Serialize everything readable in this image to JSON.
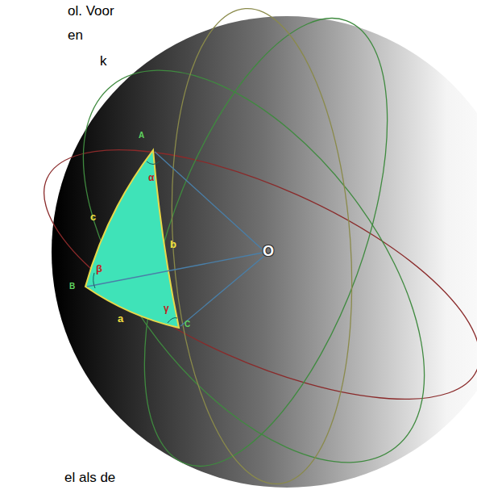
{
  "diagram": {
    "labels": [
      "ol. Voor",
      "en",
      "k",
      "A",
      "α",
      "c",
      "b",
      "O",
      "β",
      "B",
      "γ",
      "C",
      "a",
      "el als de"
    ]
  }
}
